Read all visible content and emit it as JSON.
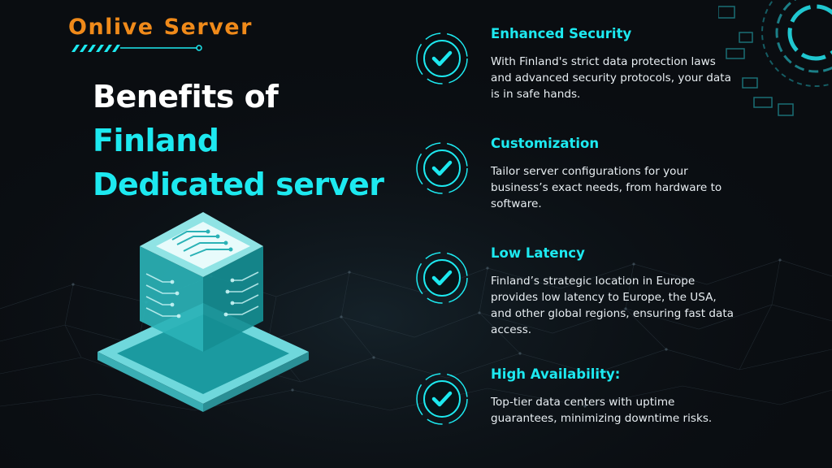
{
  "brand": {
    "word1": "Onlive",
    "word2": "Server",
    "color": "#f08a1a"
  },
  "headline": {
    "line1": "Benefits of",
    "line2": "Finland",
    "line3": "Dedicated server",
    "accent_color": "#1de9f0"
  },
  "illustration": {
    "icon": "server-cube-icon"
  },
  "benefits": [
    {
      "title": "Enhanced Security",
      "description": "With Finland's strict data protection laws and advanced security protocols, your data is in safe hands.",
      "icon": "check-icon"
    },
    {
      "title": "Customization",
      "description": "Tailor server configurations for your business’s exact needs, from hardware to software.",
      "icon": "check-icon"
    },
    {
      "title": "Low Latency",
      "description": "Finland’s strategic location in Europe provides low latency to Europe, the USA, and other global regions, ensuring fast data access.",
      "icon": "check-icon"
    },
    {
      "title": "High Availability:",
      "description": "Top-tier data centers with uptime guarantees, minimizing downtime risks.",
      "icon": "check-icon"
    }
  ]
}
